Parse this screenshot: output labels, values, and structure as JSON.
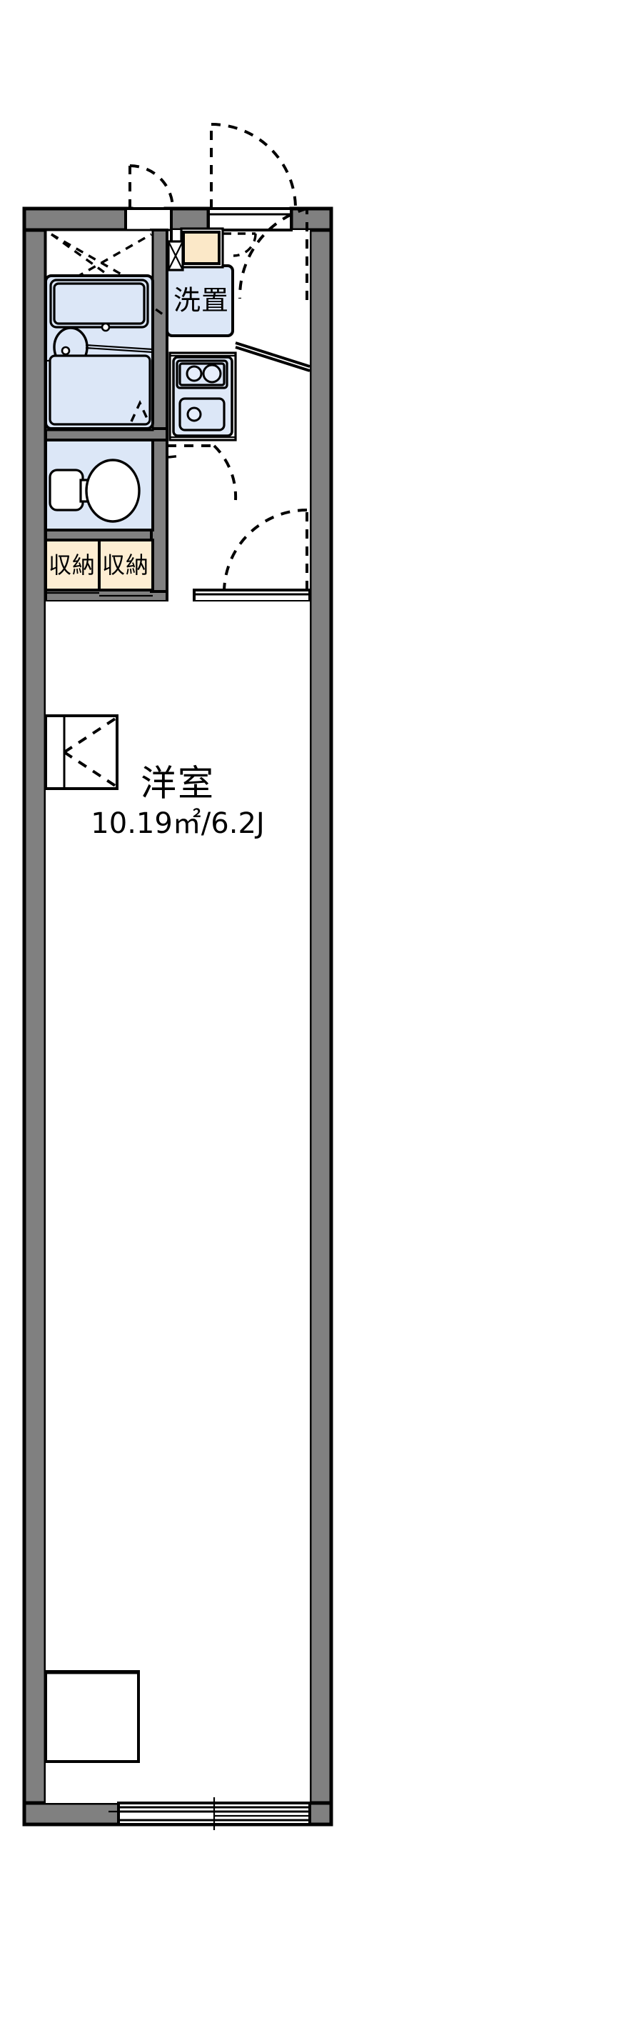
{
  "plan": {
    "type": "japanese-apartment-floor-plan",
    "layout_name": "1K",
    "background_color": "#ffffff",
    "wall_color": "#808080",
    "wall_outline_color": "#000000",
    "water_area_color": "#dce7f7",
    "closet_color": "#fdeed3",
    "shoe_cabinet_color": "#fbe8c8"
  },
  "rooms": {
    "main_room": {
      "name": "洋室",
      "area": "10.19㎡/6.2J",
      "area_sqm": "10.19",
      "area_jo": "6.2"
    },
    "washer": {
      "label": "洗置"
    },
    "closet_left": {
      "label": "収納"
    },
    "closet_right": {
      "label": "収納"
    }
  },
  "fixtures": {
    "bathtub": "bathtub",
    "vanity_sink": "vanity-sink",
    "toilet": "toilet",
    "kitchen_stove": "two-burner-stove",
    "kitchen_sink": "kitchen-sink",
    "shoe_cabinet": "shoe-cabinet",
    "washer_space": "washing-machine-space",
    "room_closet": "room-closet",
    "balcony_window": "sliding-glass-door"
  },
  "doors": [
    {
      "name": "entrance-door",
      "type": "hinged-swing"
    },
    {
      "name": "bath-door",
      "type": "hinged-swing"
    },
    {
      "name": "room-door",
      "type": "hinged-swing"
    },
    {
      "name": "toilet-door",
      "type": "hinged-swing"
    },
    {
      "name": "shoe-cabinet-door",
      "type": "hinged-swing"
    },
    {
      "name": "bath-unit-sliding-door",
      "type": "sliding"
    },
    {
      "name": "closet-door-left",
      "type": "sliding"
    },
    {
      "name": "closet-door-right",
      "type": "sliding"
    },
    {
      "name": "room-closet-door",
      "type": "folding"
    }
  ]
}
